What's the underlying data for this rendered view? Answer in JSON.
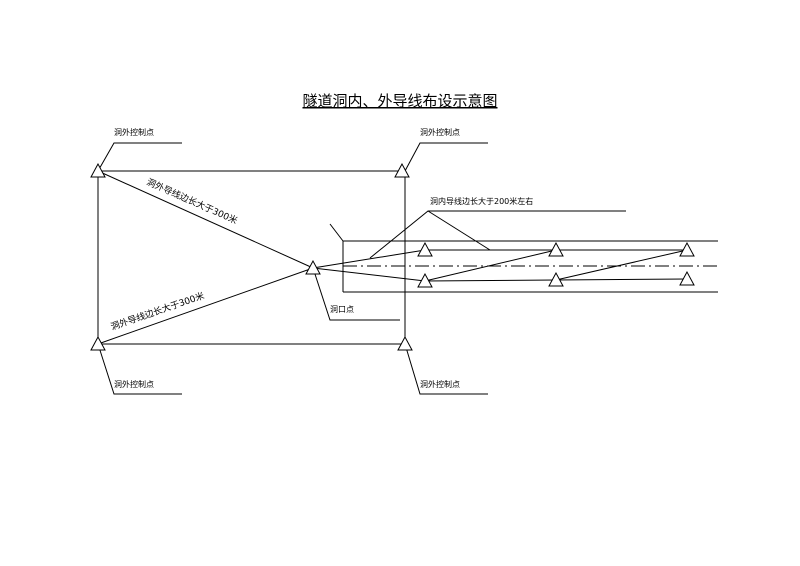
{
  "title": "隧道洞内、外导线布设示意图",
  "labels": {
    "tl": "洞外控制点",
    "tr": "洞外控制点",
    "bl": "洞外控制点",
    "br": "洞外控制点",
    "portal": "洞口点",
    "upper_line": "洞外导线边长大于300米",
    "lower_line": "洞外导线边长大于300米",
    "inner_line": "洞内导线边长大于200米左右"
  }
}
